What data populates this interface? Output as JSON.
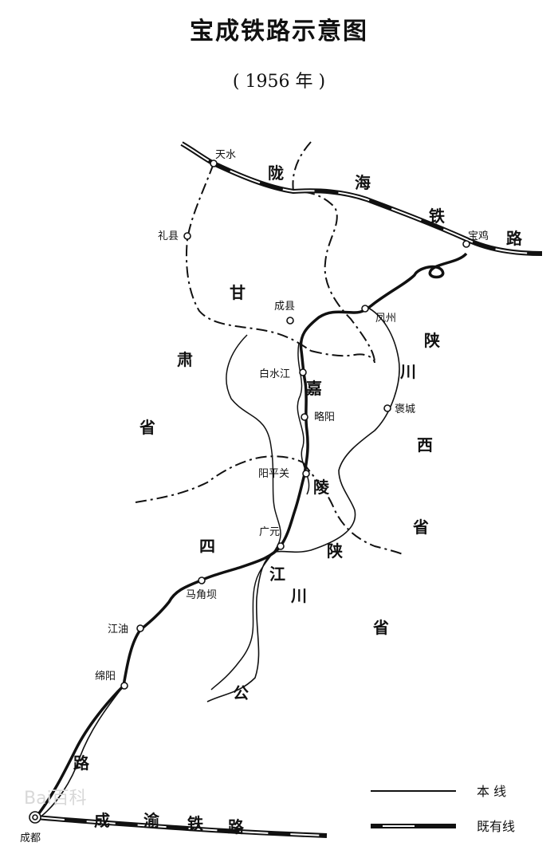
{
  "title": "宝成铁路示意图",
  "subtitle": "( 1956 年 )",
  "provinces": {
    "gansu": [
      "甘",
      "肃",
      "省"
    ],
    "shaanxi": [
      "陕",
      "西",
      "省"
    ],
    "sichuan": [
      "四",
      "川",
      "省"
    ]
  },
  "routes": {
    "longhai": [
      "陇",
      "海",
      "铁",
      "路"
    ],
    "chuanshan": [
      "川",
      "陕",
      "公",
      "路"
    ],
    "chengyu": [
      "成",
      "渝",
      "铁",
      "路"
    ],
    "chuanshaan_road_label": [
      "川",
      "陕",
      "公",
      "路"
    ],
    "jialing": [
      "嘉",
      "陵",
      "江"
    ]
  },
  "cities": {
    "tianshui": "天水",
    "lixian": "礼县",
    "chengxian": "成县",
    "baoji": "宝鸡",
    "fengzhou": "凤州",
    "baishuijiang": "白水江",
    "lueyang": "略阳",
    "baocheng": "褒城",
    "yangpingguan": "阳平关",
    "guangyuan": "广元",
    "majiaoba": "马角坝",
    "jiangyou": "江油",
    "mianyang": "绵阳",
    "chengdu": "成都"
  },
  "legend": {
    "main_line": "本 线",
    "existing_line": "既有线"
  },
  "watermark": "Bai百科"
}
